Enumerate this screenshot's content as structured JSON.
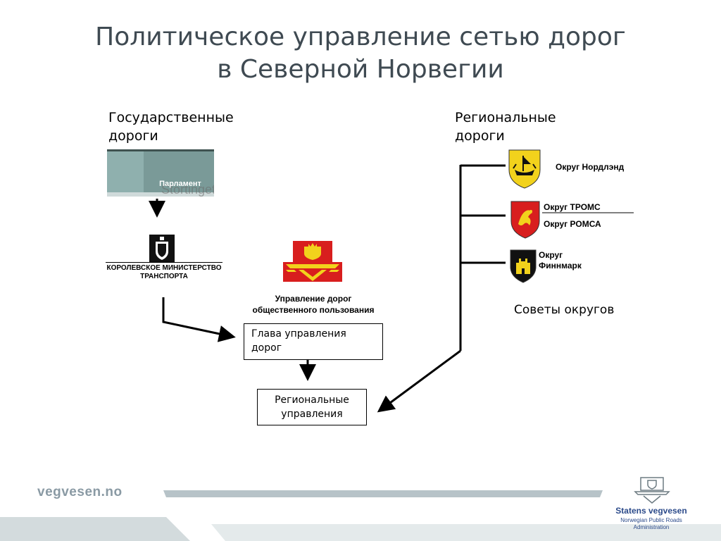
{
  "title": {
    "line1": "Политическое управление сетью дорог",
    "line2": "в Северной Норвегии"
  },
  "columns": {
    "state": {
      "line1": "Государственные",
      "line2": "дороги"
    },
    "regional": {
      "line1": "Региональные",
      "line2": "дороги"
    }
  },
  "parliament": {
    "label": "Парламент",
    "watermark": "Stortinget"
  },
  "ministry": {
    "line1": "КОРОЛЕВСКОЕ МИНИСТЕРСТВО",
    "line2": "ТРАНСПОРТА"
  },
  "road_admin": {
    "line1": "Управление дорог",
    "line2": "общественного пользования"
  },
  "boxes": {
    "head": {
      "line1": "Глава управления",
      "line2": "дорог"
    },
    "regional": {
      "line1": "Региональные",
      "line2": "управления"
    }
  },
  "counties": {
    "nordland": "Округ Нордлэнд",
    "troms": "Округ ТРОМС",
    "romsa": "Округ РОМСА",
    "finnmark_line1": "Округ",
    "finnmark_line2": "Финнмарк"
  },
  "councils_label": "Советы округов",
  "footer": {
    "url": "vegvesen.no",
    "brand": "Statens vegvesen",
    "sub1": "Norwegian Public Roads",
    "sub2": "Administration"
  },
  "colors": {
    "title": "#3f4a52",
    "crest_red": "#d81e1e",
    "crest_yellow": "#f2d21c",
    "brand_blue": "#2b4a8a"
  }
}
